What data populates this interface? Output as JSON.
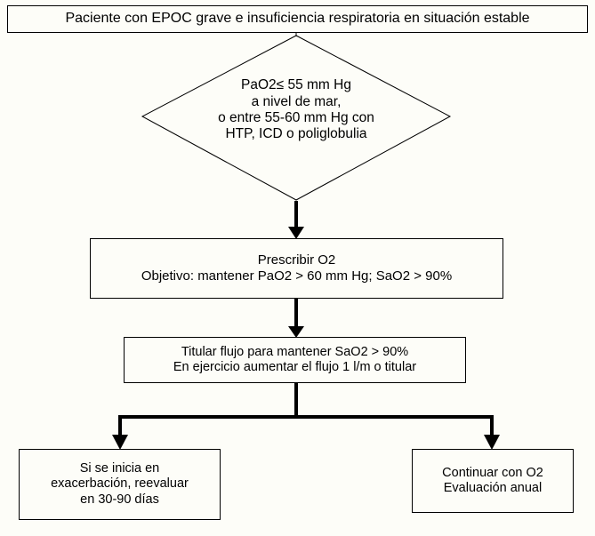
{
  "title": "Paciente con EPOC grave e insuficiencia respiratoria en situación estable",
  "colors": {
    "background": "#fdfdf8",
    "stroke": "#000000",
    "text": "#000000"
  },
  "nodes": {
    "header": {
      "shape": "rectangle",
      "lines": [
        "Paciente con EPOC grave e insuficiencia respiratoria en situación estable"
      ]
    },
    "decision": {
      "shape": "diamond",
      "lines": [
        "PaO2≤ 55 mm Hg",
        "a nivel de mar,",
        "o entre 55-60 mm Hg con",
        "HTP, ICD o poliglobulia"
      ]
    },
    "prescribe": {
      "shape": "rectangle",
      "lines": [
        "Prescribir O2",
        "Objetivo: mantener PaO2 > 60 mm Hg; SaO2 > 90%"
      ]
    },
    "titrate": {
      "shape": "rectangle",
      "lines": [
        "Titular flujo para mantener SaO2 > 90%",
        "En ejercicio aumentar el flujo 1 l/m o titular"
      ]
    },
    "exacerbation": {
      "shape": "rectangle",
      "lines": [
        "Si se inicia en",
        "exacerbación, reevaluar",
        "en 30-90 días"
      ]
    },
    "continue": {
      "shape": "rectangle",
      "lines": [
        "Continuar con O2",
        "Evaluación anual"
      ]
    }
  },
  "connectors": [
    {
      "name": "header-to-decision",
      "type": "line",
      "from": "header",
      "to": "decision",
      "arrowhead": false
    },
    {
      "name": "decision-to-prescribe",
      "type": "arrow",
      "from": "decision",
      "to": "prescribe",
      "arrowhead": true
    },
    {
      "name": "prescribe-to-titrate",
      "type": "arrow",
      "from": "prescribe",
      "to": "titrate",
      "arrowhead": true
    },
    {
      "name": "titrate-to-exacerbation",
      "type": "elbow-arrow",
      "from": "titrate",
      "to": "exacerbation",
      "arrowhead": true
    },
    {
      "name": "titrate-to-continue",
      "type": "elbow-arrow",
      "from": "titrate",
      "to": "continue",
      "arrowhead": true
    }
  ]
}
